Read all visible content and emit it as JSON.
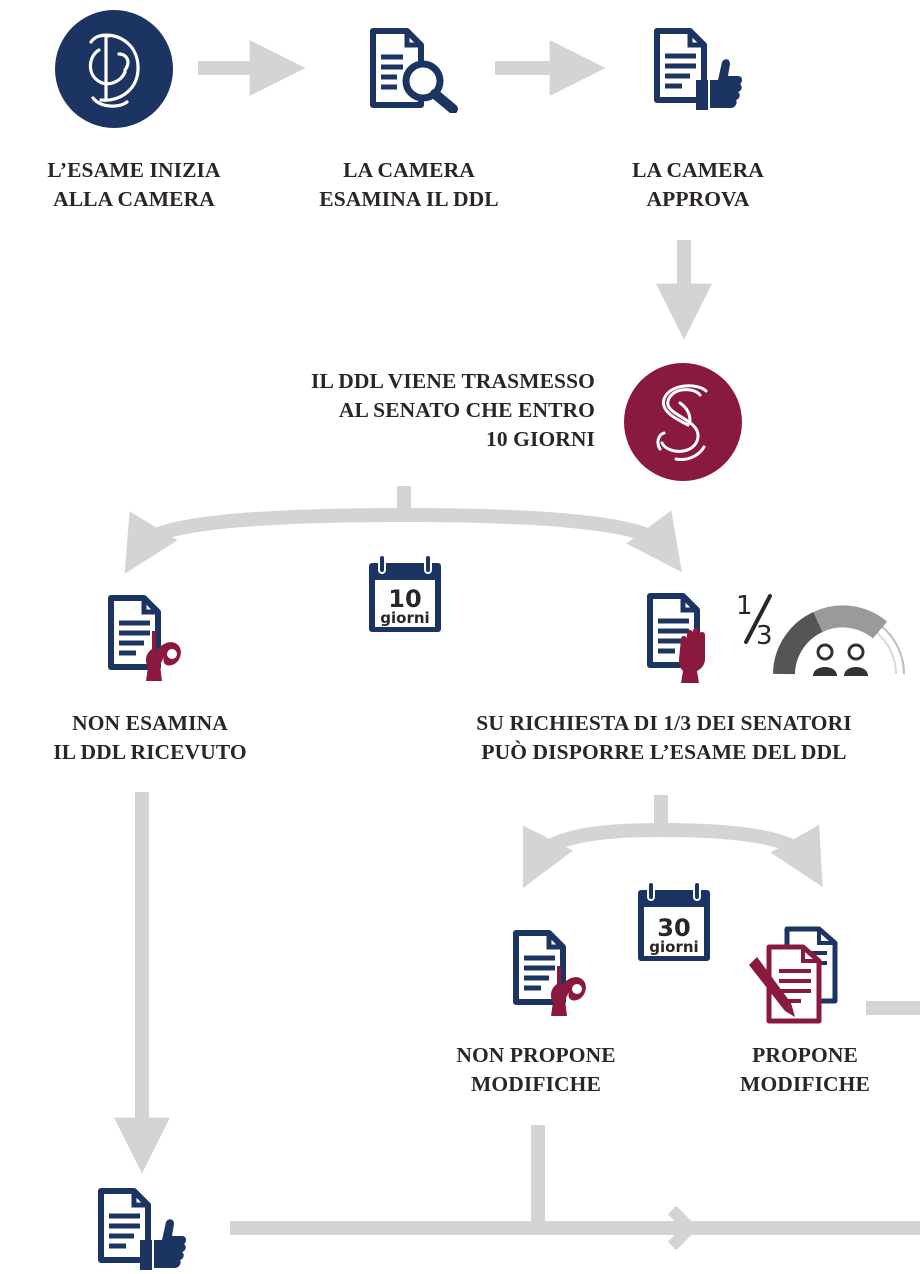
{
  "colors": {
    "arrow": "#d4d4d4",
    "camera_blue": "#1c3462",
    "senato_red": "#8a1a3d",
    "text": "#2b2526",
    "calendar": "#1c3462"
  },
  "labels": {
    "start": [
      "L’ESAME INIZIA",
      "ALLA CAMERA"
    ],
    "examines": [
      "LA CAMERA",
      "ESAMINA IL DDL"
    ],
    "approves": [
      "LA CAMERA",
      "APPROVA"
    ],
    "transmit": [
      "IL DDL VIENE TRASMESSO",
      "AL SENATO CHE ENTRO",
      "10 GIORNI"
    ],
    "not_examine": [
      "NON ESAMINA",
      "IL DDL RICEVUTO"
    ],
    "request": [
      "SU RICHIESTA DI 1/3 DEI SENATORI",
      "PUÒ DISPORRE L’ESAME DEL DDL"
    ],
    "no_changes": [
      "NON PROPONE",
      "MODIFICHE"
    ],
    "changes": [
      "PROPONE",
      "MODIFICHE"
    ]
  },
  "calendars": {
    "first": {
      "number": "10",
      "unit": "giorni"
    },
    "second": {
      "number": "30",
      "unit": "giorni"
    }
  },
  "fraction": {
    "numerator": "1",
    "denominator": "3"
  },
  "icons": {
    "camera_logo": "camera-logo-icon",
    "senato_logo": "senato-logo-icon",
    "document_search": "document-search-icon",
    "document_thumbs_up": "document-thumbs-up-icon",
    "document_ok_hand": "document-ok-hand-icon",
    "document_stop_hand": "document-stop-hand-icon",
    "document_edit": "document-edit-icon",
    "senators_gauge": "senators-gauge-icon"
  }
}
